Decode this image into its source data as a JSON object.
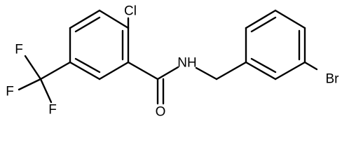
{
  "molecule": {
    "atoms": {
      "chlorine": "Cl",
      "nitrogen_hydrogen": "NH",
      "oxygen": "O",
      "bromine": "Br",
      "fluorine_1": "F",
      "fluorine_2": "F",
      "fluorine_3": "F"
    },
    "colors": {
      "ink": "#000000",
      "background": "#ffffff"
    }
  }
}
